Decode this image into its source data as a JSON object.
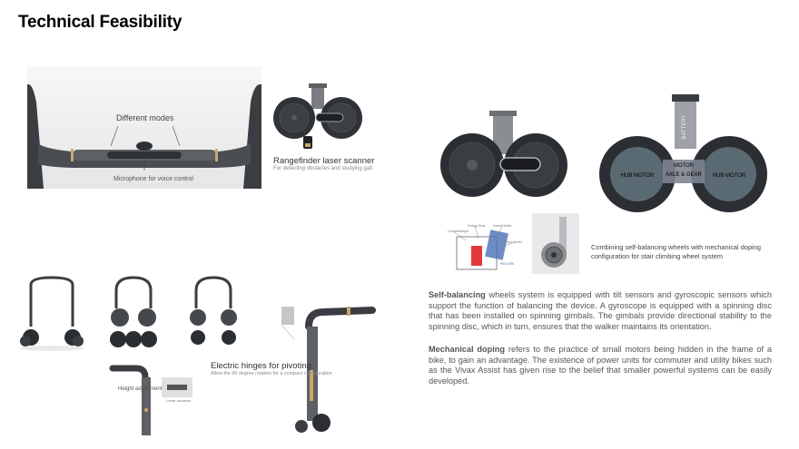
{
  "page": {
    "title": "Technical Feasibility"
  },
  "handlebar_panel": {
    "modes_label": "Different modes",
    "mic_label": "Microphone for voice control"
  },
  "rangefinder": {
    "title": "Rangefinder laser scanner",
    "caption": "For detecting obstacles and studying gait"
  },
  "wheels_render": {
    "battery_label": "BATTERY",
    "motor_label": "MOTOR",
    "axle_label": "AXLE & GEAR",
    "hub_left": "HUB MOTOR",
    "hub_right": "HUB MOTOR"
  },
  "diagram": {
    "counterweight": "Counterweight",
    "rotary_gear": "Rotary Gear",
    "insert_holder": "Insert Holder",
    "tool_centre": "Tool Centre",
    "pin_disk": "PIN DISK"
  },
  "stair_caption": "Combining self-balancing wheels with mechanical doping configuration for stair climbing wheel system",
  "pivot": {
    "title": "Electric hinges for pivoting",
    "caption": "Allow the 90 degree rotation for a compact configuration"
  },
  "height": {
    "label": "Height adjustment",
    "sub": "Linear actuators"
  },
  "paragraph1": {
    "lead": "Self-balancing",
    "body": " wheels system is equipped with tilt sensors and gyroscopic sensors which support the function of balancing the device. A gyroscope is equipped with a spinning disc that has been installed on spinning gimbals. The gimbals provide directional stability to the spinning disc, which in turn, ensures that the walker maintains its orientation."
  },
  "paragraph2": {
    "lead": "Mechanical doping",
    "body": " refers to the practice of small motors being hidden in the frame of a bike, to gain an advantage. The existence of power units for commuter and utility bikes such as the Vivax Assist has given rise to the belief that smaller powerful systems can be easily developed."
  },
  "colors": {
    "frame_dark": "#3a3d42",
    "frame_mid": "#6b6e72",
    "accent_gold": "#c9a96a",
    "diagram_red": "#e23a3a",
    "diagram_blue": "#4a6fb5"
  }
}
